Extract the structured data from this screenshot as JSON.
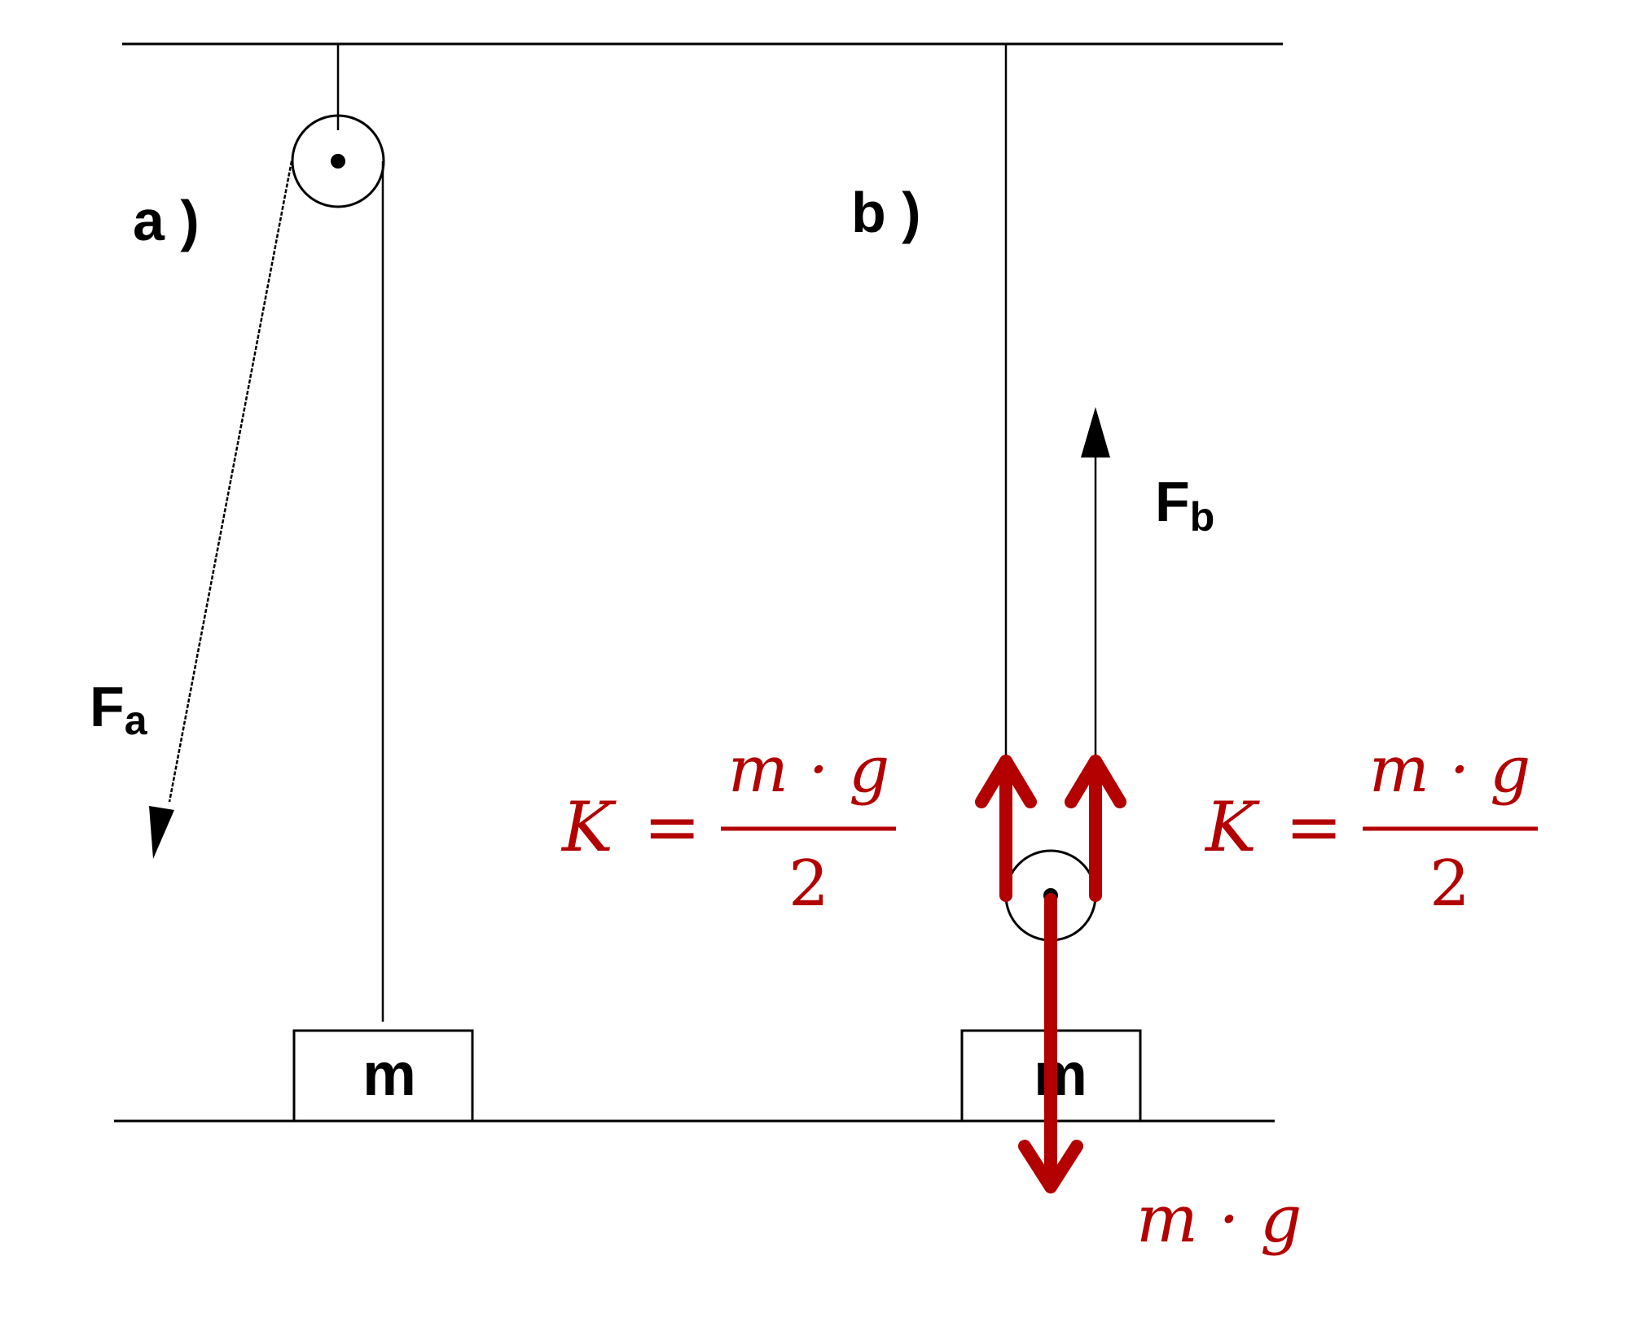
{
  "labels": {
    "part_a": "a )",
    "part_b": "b )",
    "mass_a": "m",
    "mass_b": "m",
    "force_a_main": "F",
    "force_a_sub": "a",
    "force_b_main": "F",
    "force_b_sub": "b"
  },
  "annotations": {
    "tension_left": {
      "lhs": "K",
      "eq": "=",
      "numerator": "m · g",
      "denominator": "2"
    },
    "tension_right": {
      "lhs": "K",
      "eq": "=",
      "numerator": "m · g",
      "denominator": "2"
    },
    "weight": "m · g"
  },
  "colors": {
    "ink": "#000000",
    "annotation": "#b30000"
  }
}
